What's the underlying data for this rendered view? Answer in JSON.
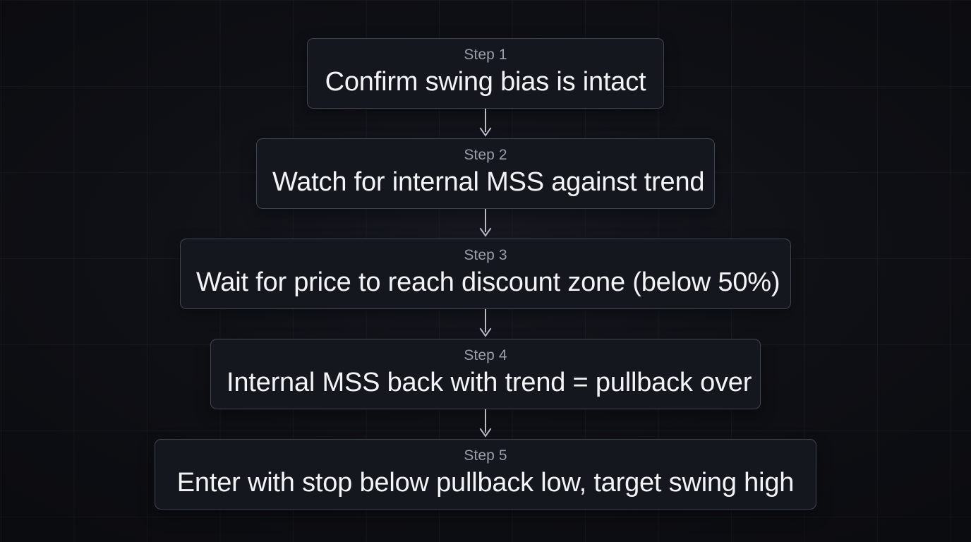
{
  "theme": {
    "background": "#0e0f14",
    "node_background": "#15171e",
    "node_border": "#767a8d",
    "step_label_color": "#9b9eab",
    "node_text_color": "#f3f4f7",
    "connector_color": "#b9bcc7",
    "grid_line_color": "#9698af"
  },
  "diagram": {
    "type": "vertical-flowchart",
    "orientation": "top-to-bottom",
    "node_count": 5,
    "connector_icon": "arrow-down-icon",
    "nodes": [
      {
        "id": "step-1",
        "step_label": "Step 1",
        "text": "Confirm swing bias is intact"
      },
      {
        "id": "step-2",
        "step_label": "Step 2",
        "text": "Watch for internal MSS against trend"
      },
      {
        "id": "step-3",
        "step_label": "Step 3",
        "text": "Wait for price to reach discount zone (below 50%)"
      },
      {
        "id": "step-4",
        "step_label": "Step 4",
        "text": "Internal MSS back with trend = pullback over"
      },
      {
        "id": "step-5",
        "step_label": "Step 5",
        "text": "Enter with stop below pullback low, target swing high"
      }
    ]
  }
}
